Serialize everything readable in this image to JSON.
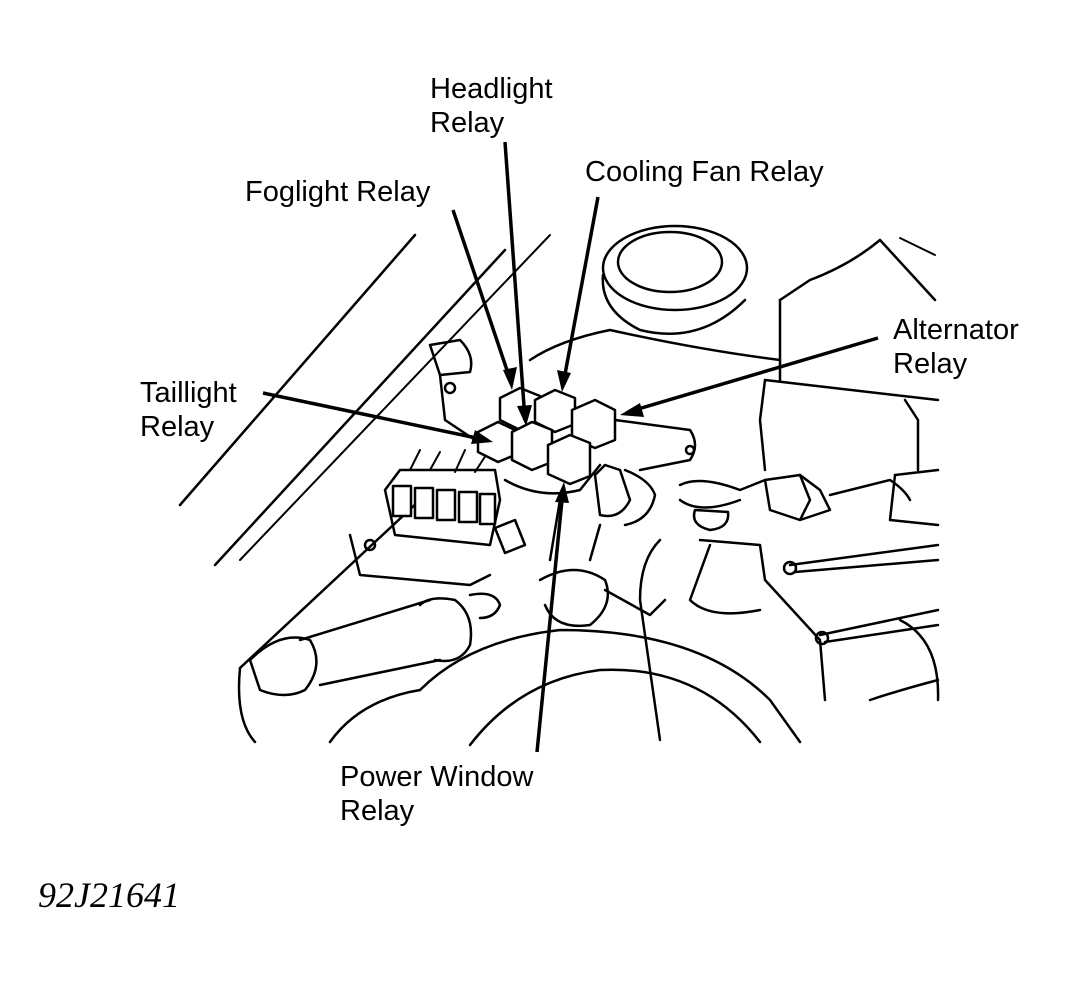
{
  "diagram": {
    "labels": {
      "headlight_relay": [
        "Headlight",
        "Relay"
      ],
      "foglight_relay": "Foglight Relay",
      "cooling_fan_relay": "Cooling Fan Relay",
      "alternator_relay": [
        "Alternator",
        "Relay"
      ],
      "taillight_relay": [
        "Taillight",
        "Relay"
      ],
      "power_window_relay": [
        "Power Window",
        "Relay"
      ]
    },
    "figure_id": "92J21641"
  },
  "colors": {
    "line": "#000000",
    "background": "#ffffff"
  }
}
